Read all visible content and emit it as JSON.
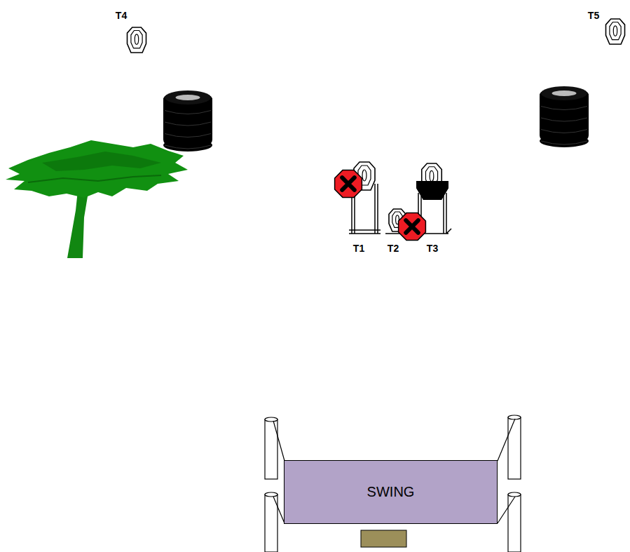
{
  "diagram": {
    "nodes": [
      {
        "text": [
          "SWING"
        ]
      }
    ],
    "labels": [
      "T4",
      "T5",
      "T1",
      "T2",
      "T3"
    ]
  }
}
